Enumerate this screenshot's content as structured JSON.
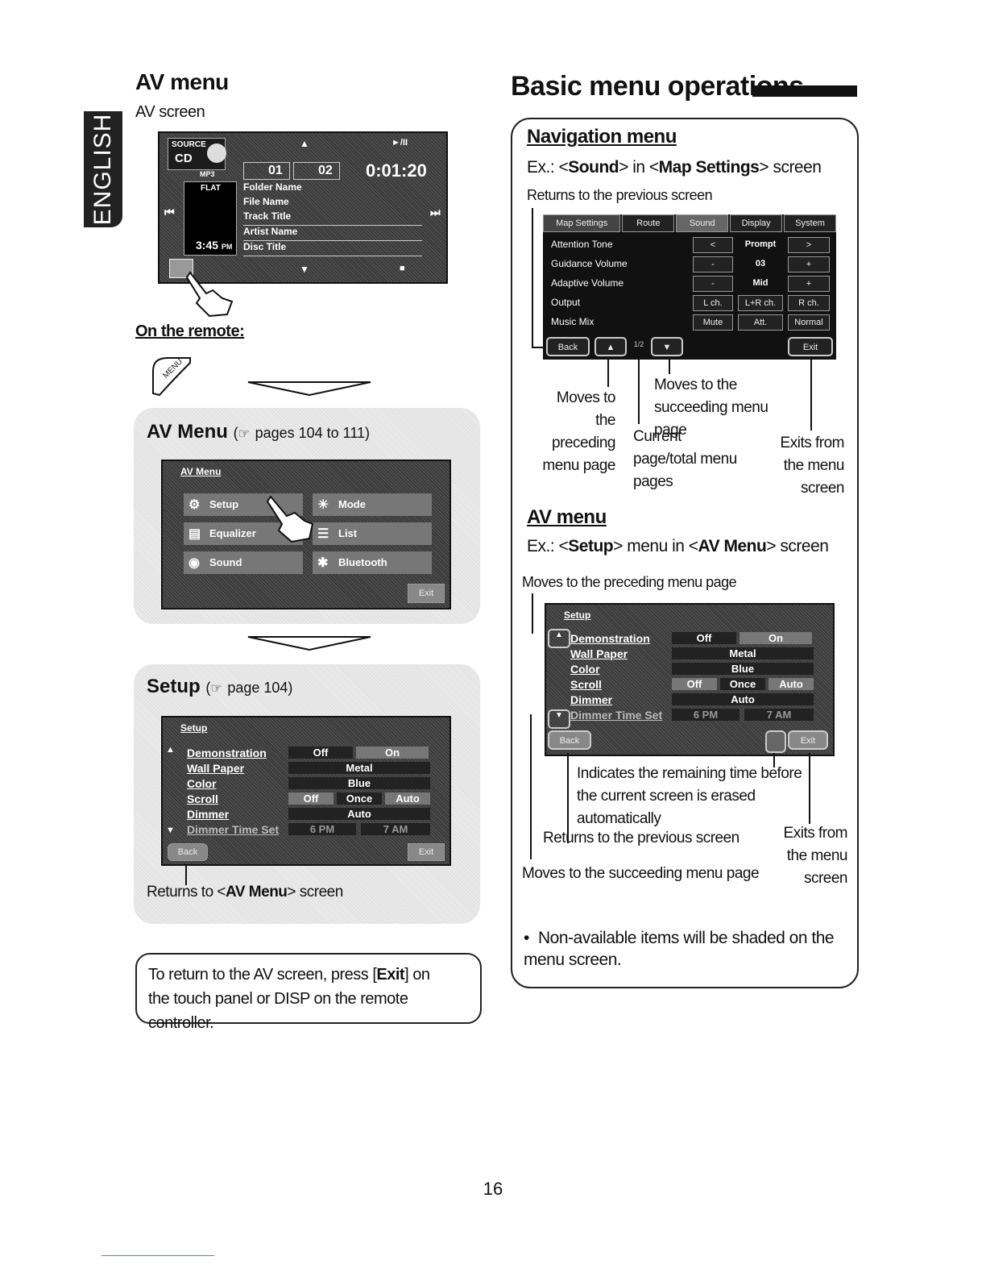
{
  "side_tab": "ENGLISH",
  "left": {
    "heading": "AV menu",
    "subheading": "AV screen",
    "av_screen": {
      "source_label": "SOURCE",
      "source": "CD",
      "format": "MP3",
      "eq": "FLAT",
      "clock": "3:45",
      "clock_suffix": "PM",
      "folder_no": "01",
      "track_no": "02",
      "time": "0:01:20",
      "play_pause": "►/II",
      "lines": [
        "Folder Name",
        "File Name",
        "Track Title",
        "Artist Name",
        "Disc Title"
      ]
    },
    "remote_label": "On the remote:",
    "remote_button": "MENU",
    "av_menu_panel": {
      "title": "AV Menu",
      "ref": "pages 104 to 111)",
      "ref_open": "(",
      "screen_title": "AV Menu",
      "items": [
        "Setup",
        "Mode",
        "Equalizer",
        "List",
        "Sound",
        "Bluetooth"
      ],
      "exit": "Exit"
    },
    "setup_panel": {
      "title": "Setup",
      "ref": "page 104)",
      "ref_open": "(",
      "screen_title": "Setup",
      "rows": [
        {
          "label": "Demonstration",
          "values": [
            "Off",
            "On"
          ]
        },
        {
          "label": "Wall Paper",
          "values": [
            "Metal"
          ]
        },
        {
          "label": "Color",
          "values": [
            "Blue"
          ]
        },
        {
          "label": "Scroll",
          "values": [
            "Off",
            "Once",
            "Auto"
          ]
        },
        {
          "label": "Dimmer",
          "values": [
            "Auto"
          ]
        },
        {
          "label": "Dimmer Time Set",
          "values": [
            "6 PM",
            "7 AM"
          ]
        }
      ],
      "back": "Back",
      "exit": "Exit",
      "note_prefix": "Returns to <",
      "note_bold": "AV Menu",
      "note_suffix": "> screen"
    },
    "tip": {
      "prefix": "To return to the AV screen, press [",
      "bold": "Exit",
      "suffix": "] on the touch panel or DISP on the remote controller."
    }
  },
  "right": {
    "heading": "Basic menu operations",
    "nav": {
      "title": "Navigation menu",
      "ex_prefix": "Ex.: <",
      "ex_bold1": "Sound",
      "ex_mid": "> in <",
      "ex_bold2": "Map Settings",
      "ex_suffix": "> screen",
      "returns": "Returns to the previous screen",
      "tabs": [
        "Map Settings",
        "Route",
        "Sound",
        "Display",
        "System"
      ],
      "rows": [
        {
          "label": "Attention Tone",
          "left": "<",
          "value": "Prompt",
          "right": ">"
        },
        {
          "label": "Guidance Volume",
          "left": "-",
          "value": "03",
          "right": "+"
        },
        {
          "label": "Adaptive Volume",
          "left": "-",
          "value": "Mid",
          "right": "+"
        },
        {
          "label": "Output",
          "left": "L ch.",
          "value": "L+R ch.",
          "right": "R ch."
        },
        {
          "label": "Music Mix",
          "left": "Mute",
          "value": "Att.",
          "right": "Normal"
        }
      ],
      "back": "Back",
      "exit": "Exit",
      "page_indicator": "1/2",
      "ann_preceding": "Moves to the preceding menu page",
      "ann_succeeding": "Moves to the succeeding menu page",
      "ann_current": "Current page/total menu pages",
      "ann_exit": "Exits from the menu screen"
    },
    "av": {
      "title": "AV menu",
      "ex_prefix": "Ex.: <",
      "ex_bold1": "Setup",
      "ex_mid": "> menu in <",
      "ex_bold2": "AV Menu",
      "ex_suffix": "> screen",
      "moves_preceding": "Moves to the preceding menu page",
      "ann_remaining": "Indicates the remaining time before the current screen is erased automatically",
      "ann_returns": "Returns to the previous screen",
      "ann_exit": "Exits from the menu screen",
      "ann_succeeding": "Moves to the succeeding menu page",
      "bullet": "Non-available items will be shaded on the menu screen."
    }
  },
  "page_number": "16"
}
